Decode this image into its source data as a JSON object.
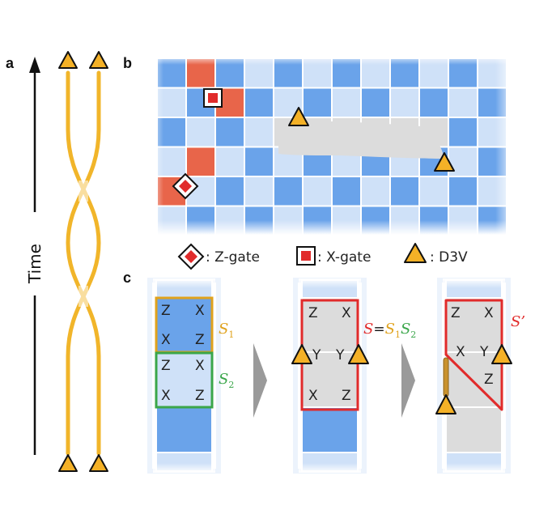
{
  "panels": {
    "a": "a",
    "b": "b",
    "c": "c"
  },
  "time_axis": {
    "label": "Time"
  },
  "legend": {
    "z_gate": ": Z-gate",
    "x_gate": ": X-gate",
    "d3v": ": D3V"
  },
  "panel_c": {
    "stab1": {
      "name": "S",
      "sub": "1",
      "ops": [
        "Z",
        "X",
        "X",
        "Z"
      ]
    },
    "stab2": {
      "name": "S",
      "sub": "2",
      "ops": [
        "Z",
        "X",
        "X",
        "Z"
      ]
    },
    "merged": {
      "lhs": "S",
      "eq": "=",
      "rhs1": "S",
      "rhs1_sub": "1",
      "rhs2": "S",
      "rhs2_sub": "2",
      "ops": [
        "Z",
        "X",
        "Y",
        "Y",
        "X",
        "Z"
      ]
    },
    "deformed": {
      "name": "S’",
      "ops": [
        "Z",
        "X",
        "X",
        "Y",
        "Z"
      ]
    }
  },
  "colors": {
    "dark_blue": "#6aa3ea",
    "light_blue": "#cfe1f8",
    "orange_red": "#e8654a",
    "gray": "#dcdcdc",
    "gold": "#e0a21c",
    "green": "#3aa64a",
    "red": "#e12b2b",
    "worldline": "#f1b52a"
  }
}
